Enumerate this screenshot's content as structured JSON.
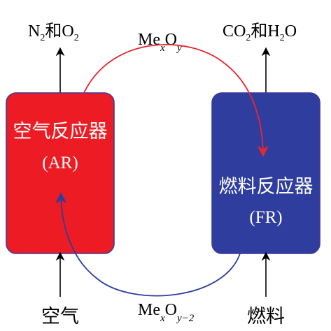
{
  "top_left_label": {
    "base": "N",
    "sub1": "2",
    "mid": "和O",
    "sub2": "2"
  },
  "top_right_label": {
    "base": "CO",
    "sub1": "2",
    "mid": "和H",
    "sub2": "2",
    "tail": "O"
  },
  "top_arc_label": {
    "base": "Me",
    "sub1": "x",
    "mid": "O",
    "sub2": "y"
  },
  "bottom_arc_label": {
    "base": "Me",
    "sub1": "x",
    "mid": "O",
    "sub2": "y−2"
  },
  "air_reactor": {
    "title": "空气反应器",
    "abbr": "(AR)",
    "color": "#ed1c24"
  },
  "fuel_reactor": {
    "title": "燃料反应器",
    "abbr": "(FR)",
    "color": "#2e3d9e"
  },
  "bottom_left_label": "空气",
  "bottom_right_label": "燃料",
  "colors": {
    "top_arc": "#e8262e",
    "bottom_arc": "#2e3d9e",
    "arrow": "#000000"
  }
}
